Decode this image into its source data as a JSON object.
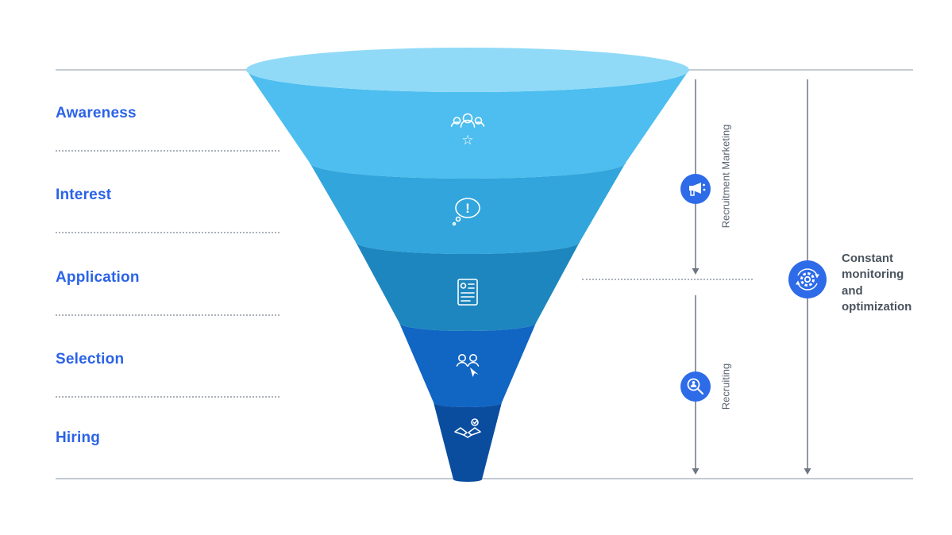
{
  "title": "Recruitment funnel diagram",
  "funnel": {
    "opening_color": "#90DAF8",
    "stages": [
      {
        "label": "Awareness",
        "color": "#4DBEEF",
        "icon": "audience-star-icon"
      },
      {
        "label": "Interest",
        "color": "#31A5DC",
        "icon": "thought-exclamation-icon"
      },
      {
        "label": "Application",
        "color": "#1E86BE",
        "icon": "resume-icon"
      },
      {
        "label": "Selection",
        "color": "#1165C3",
        "icon": "candidates-cursor-icon"
      },
      {
        "label": "Hiring",
        "color": "#0A4D9F",
        "icon": "handshake-icon"
      }
    ]
  },
  "annotations": {
    "recruitment_marketing": {
      "label": "Recruitment Marketing",
      "icon": "megaphone-icon",
      "color": "#2D6BE8"
    },
    "recruiting": {
      "label": "Recruiting",
      "icon": "candidate-search-icon",
      "color": "#2D6BE8"
    },
    "monitoring": {
      "label": "Constant monitoring and optimization",
      "icon": "gear-sync-icon",
      "color": "#2D6BE8"
    }
  },
  "colors": {
    "stage_label": "#2B63E8",
    "annotation_text": "#4A545E",
    "divider": "#C3CAD2",
    "dotted_divider": "#ABB2BA",
    "arrow": "#6E7780"
  }
}
